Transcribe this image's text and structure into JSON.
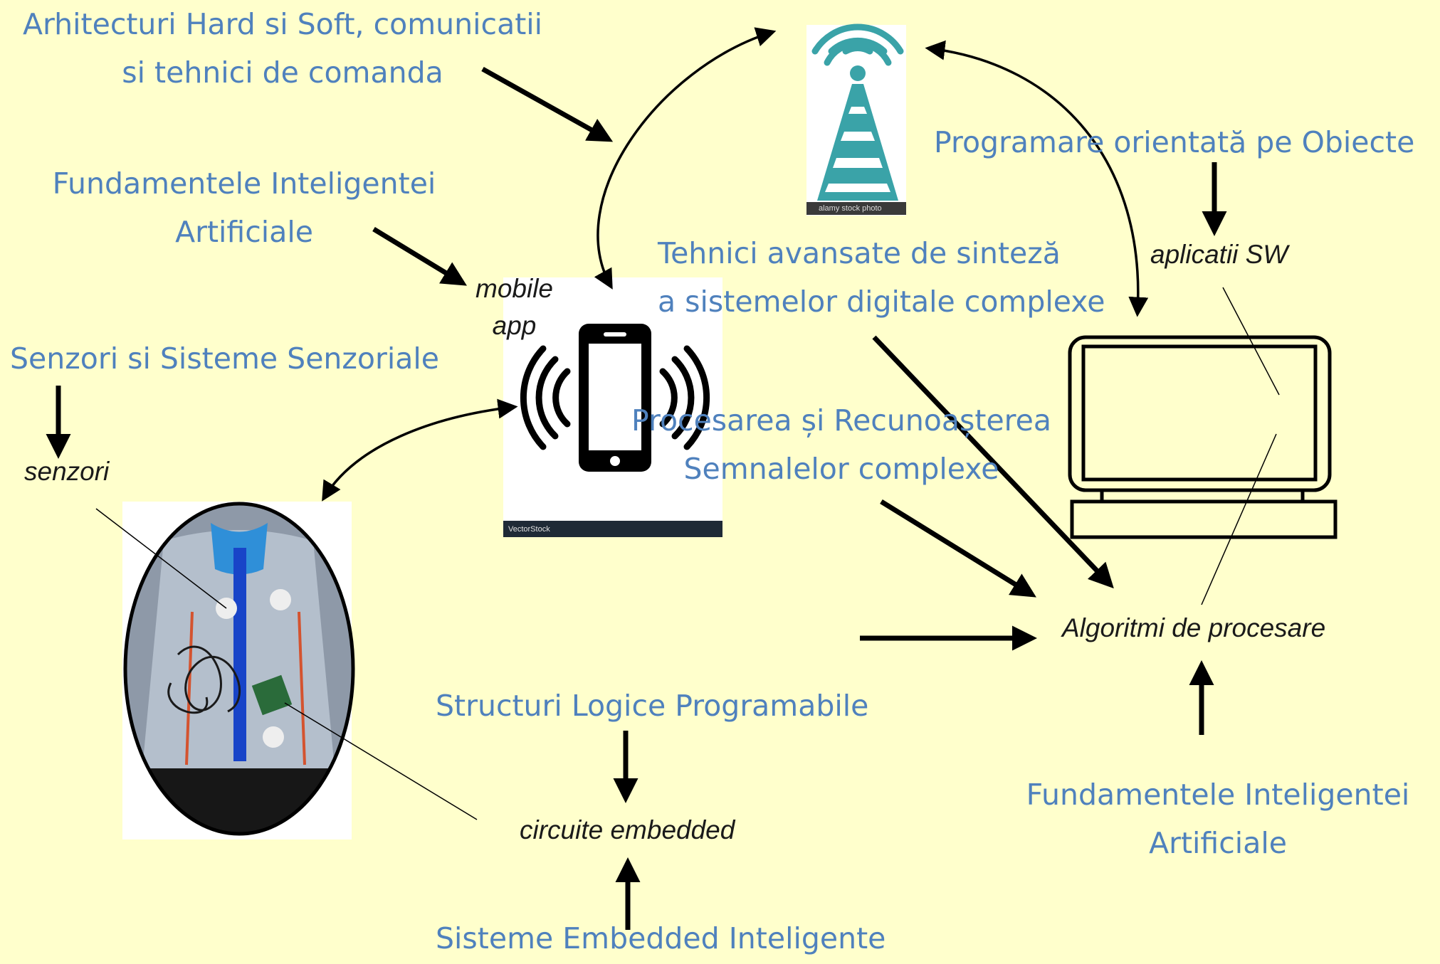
{
  "courses": {
    "arhitecturi": [
      "Arhitecturi Hard si Soft, comunicatii",
      "si tehnici de comanda"
    ],
    "fundamente_left": [
      "Fundamentele Inteligentei",
      "Artificiale"
    ],
    "senzori_sisteme": "Senzori si Sisteme Senzoriale",
    "programare": "Programare orientată pe Obiecte",
    "tehnici": [
      "Tehnici avansate de sinteză",
      "a sistemelor digitale complexe"
    ],
    "procesarea": [
      "Procesarea și Recunoașterea",
      "Semnalelor complexe"
    ],
    "structuri": "Structuri Logice Programabile",
    "sisteme_embedded": "Sisteme Embedded Inteligente",
    "fundamente_right": [
      "Fundamentele Inteligentei",
      "Artificiale"
    ]
  },
  "components": {
    "mobile_app": [
      "mobile",
      "app"
    ],
    "senzori": "senzori",
    "aplicatii": "aplicatii SW",
    "algoritmi": "Algoritmi de procesare",
    "circuite": "circuite embedded"
  },
  "watermarks": {
    "tower": "alamy stock photo",
    "phone": "VectorStock"
  },
  "icons": [
    "antenna-tower-icon",
    "smartphone-icon",
    "laptop-icon",
    "sensor-vest-photo"
  ],
  "colors": {
    "background": "#ffffcc",
    "course_text": "#4f81bd",
    "tower": "#3aa3a8",
    "arrow": "#000000"
  }
}
